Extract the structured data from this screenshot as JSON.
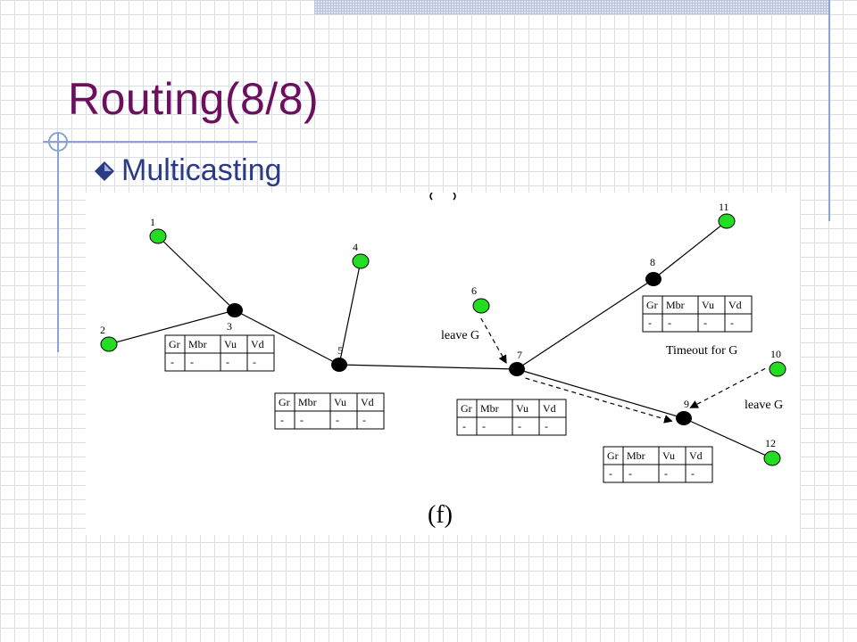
{
  "slide": {
    "title": "Routing(8/8)",
    "bullet": "Multicasting"
  },
  "diagram": {
    "caption": "(f)",
    "nodes": [
      {
        "id": "1",
        "label": "1",
        "kind": "member"
      },
      {
        "id": "2",
        "label": "2",
        "kind": "member"
      },
      {
        "id": "3",
        "label": "3",
        "kind": "router"
      },
      {
        "id": "4",
        "label": "4",
        "kind": "member"
      },
      {
        "id": "5",
        "label": "5",
        "kind": "router"
      },
      {
        "id": "6",
        "label": "6",
        "kind": "member"
      },
      {
        "id": "7",
        "label": "7",
        "kind": "router"
      },
      {
        "id": "8",
        "label": "8",
        "kind": "router"
      },
      {
        "id": "9",
        "label": "9",
        "kind": "router"
      },
      {
        "id": "10",
        "label": "10",
        "kind": "member"
      },
      {
        "id": "11",
        "label": "11",
        "kind": "member"
      },
      {
        "id": "12",
        "label": "12",
        "kind": "member"
      }
    ],
    "edges": [
      {
        "from": "1",
        "to": "3",
        "style": "solid"
      },
      {
        "from": "2",
        "to": "3",
        "style": "solid"
      },
      {
        "from": "3",
        "to": "5",
        "style": "solid"
      },
      {
        "from": "4",
        "to": "5",
        "style": "solid"
      },
      {
        "from": "5",
        "to": "7",
        "style": "solid"
      },
      {
        "from": "7",
        "to": "8",
        "style": "solid"
      },
      {
        "from": "8",
        "to": "11",
        "style": "solid"
      },
      {
        "from": "7",
        "to": "9",
        "style": "solid"
      },
      {
        "from": "9",
        "to": "12",
        "style": "solid"
      },
      {
        "from": "6",
        "to": "7",
        "style": "dashed-arrow"
      },
      {
        "from": "7",
        "to": "9",
        "style": "dashed-arrow"
      },
      {
        "from": "10",
        "to": "9",
        "style": "dashed-arrow"
      }
    ],
    "annotations": {
      "leave_g_left": "leave G",
      "leave_g_right": "leave G",
      "timeout": "Timeout for G"
    },
    "table_headers": [
      "Gr",
      "Mbr",
      "Vu",
      "Vd"
    ],
    "tables": [
      {
        "node": "3",
        "values": [
          "-",
          "-",
          "-",
          "-"
        ]
      },
      {
        "node": "5",
        "values": [
          "-",
          "-",
          "-",
          "-"
        ]
      },
      {
        "node": "7",
        "values": [
          "-",
          "-",
          "-",
          "-"
        ]
      },
      {
        "node": "8",
        "values": [
          "-",
          "-",
          "-",
          "-"
        ]
      },
      {
        "node": "9",
        "values": [
          "-",
          "-",
          "-",
          "-"
        ]
      }
    ],
    "colors": {
      "member_fill": "#22dd22",
      "router_fill": "#000000",
      "title_color": "#6b0f5e",
      "bullet_color": "#2a3a84"
    }
  }
}
